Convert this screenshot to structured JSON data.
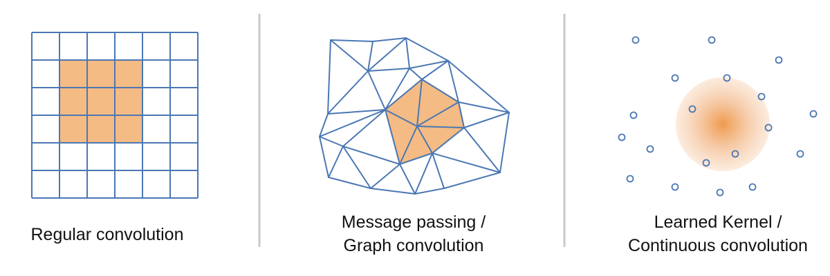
{
  "panels": [
    {
      "id": "regular",
      "caption_lines": [
        "Regular convolution"
      ]
    },
    {
      "id": "graph",
      "caption_lines": [
        "Message passing /",
        "Graph convolution"
      ]
    },
    {
      "id": "continuous",
      "caption_lines": [
        "Learned Kernel /",
        "Continuous convolution"
      ]
    }
  ],
  "colors": {
    "stroke": "#4a77b4",
    "highlight": "#f4bb84",
    "highlight_edge": "#dfa472",
    "kernel_center": "#ee9a4d",
    "divider": "#c8c8c8",
    "text": "#111111"
  }
}
